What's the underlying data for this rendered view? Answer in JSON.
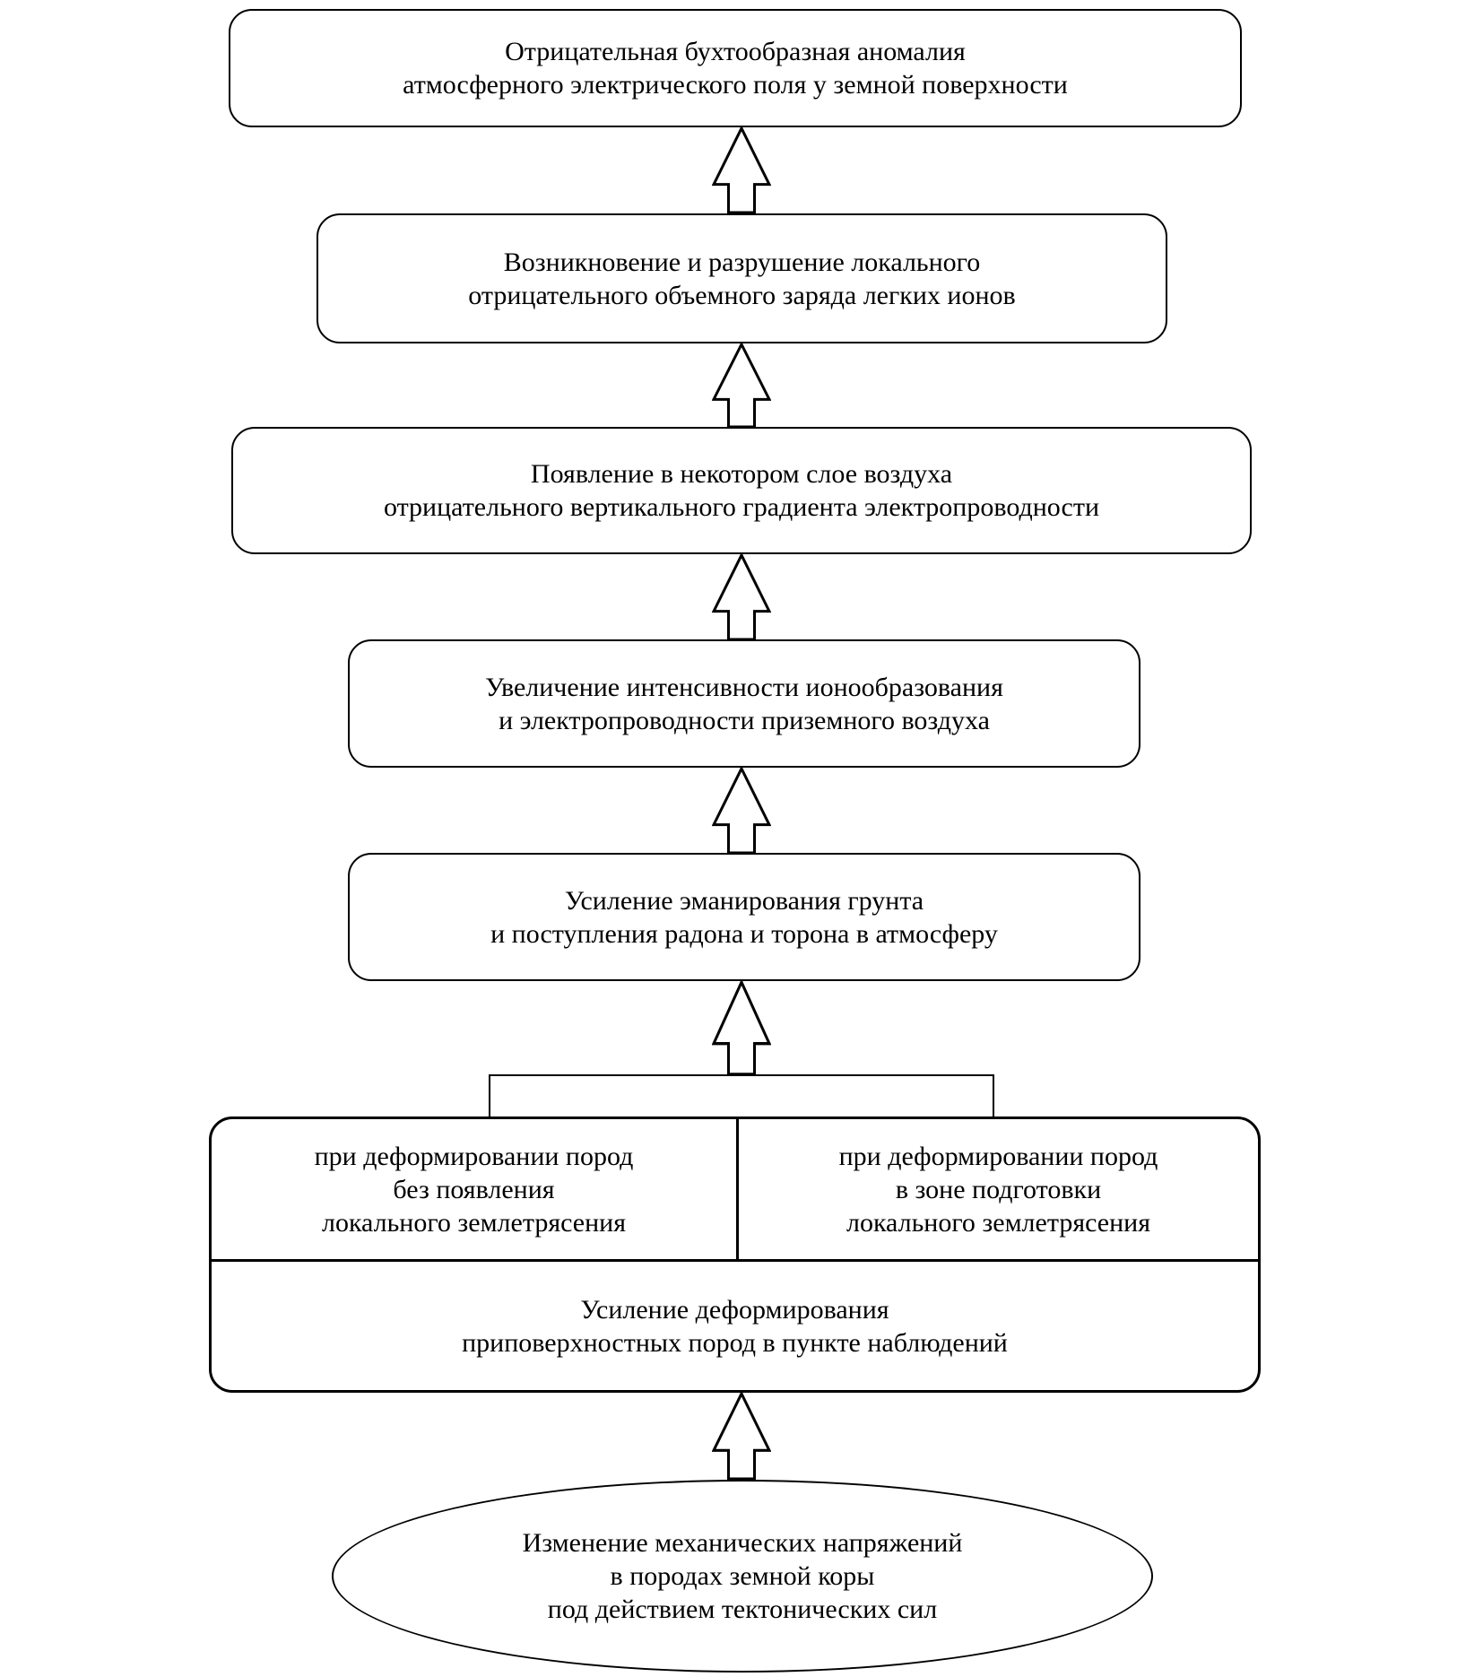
{
  "diagram": {
    "description": "Flowchart of the formation of a negative bay-like anomaly of the atmospheric electric field, read from bottom (cause) to top (effect)",
    "flow_direction": "bottom-to-top",
    "colors": {
      "background": "#ffffff",
      "line": "#000000",
      "text": "#000000",
      "node_fill": "#ffffff"
    },
    "arrows": {
      "style": "outlined-block-arrow",
      "direction": "up",
      "count": 6
    },
    "nodes": {
      "anomaly": {
        "shape": "rounded-rect",
        "text": "Отрицательная бухтообразная аномалия\nатмосферного электрического поля у земной поверхности"
      },
      "charge": {
        "shape": "rounded-rect",
        "text": "Возникновение и разрушение локального\nотрицательного объемного заряда легких ионов"
      },
      "gradient": {
        "shape": "rounded-rect",
        "text": "Появление в некотором слое воздуха\nотрицательного вертикального градиента электропроводности"
      },
      "ionization": {
        "shape": "rounded-rect",
        "text": "Увеличение интенсивности ионообразования\nи электропроводности приземного воздуха"
      },
      "radon": {
        "shape": "rounded-rect",
        "text": "Усиление эманирования грунта\nи поступления радона и торона в атмосферу"
      },
      "deform_without_quake": {
        "shape": "table-cell",
        "text": "при деформировании пород\nбез появления\nлокального землетрясения"
      },
      "deform_quake_zone": {
        "shape": "table-cell",
        "text": "при деформировании пород\nв зоне подготовки\nлокального землетрясения"
      },
      "deformation": {
        "shape": "table-row",
        "text": "Усиление деформирования\nприповерхностных пород в пункте наблюдений"
      },
      "stress": {
        "shape": "ellipse",
        "text": "Изменение механических напряжений\nв породах земной коры\nпод действием тектонических сил"
      }
    }
  }
}
